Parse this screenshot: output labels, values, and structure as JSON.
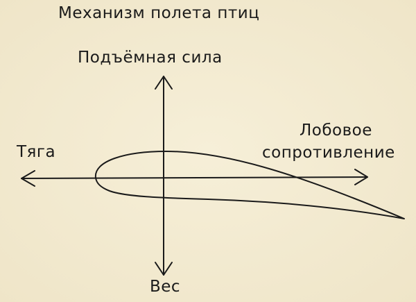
{
  "title": "Механизм полета птиц",
  "labels": {
    "lift": "Подъёмная сила",
    "weight": "Вес",
    "thrust": "Тяга",
    "drag_line1": "Лобовое",
    "drag_line2": "сопротивление"
  }
}
